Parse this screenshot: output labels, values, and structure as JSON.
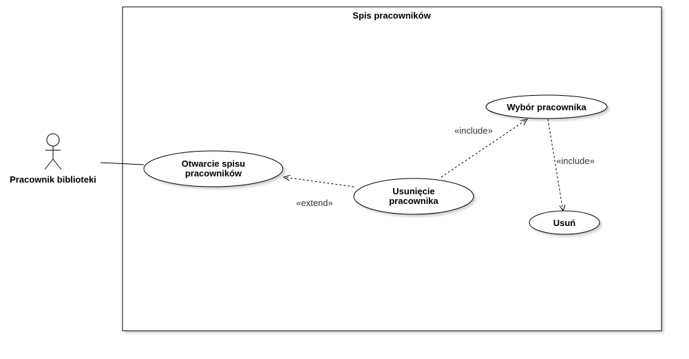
{
  "system": {
    "title": "Spis pracowników"
  },
  "actor": {
    "name": "Pracownik biblioteki"
  },
  "use_cases": {
    "otwarcie": {
      "line1": "Otwarcie spisu",
      "line2": "pracowników"
    },
    "usuniecie": {
      "line1": "Usunięcie",
      "line2": "pracownika"
    },
    "wybor": {
      "label": "Wybór pracownika"
    },
    "usun": {
      "label": "Usuń"
    }
  },
  "relations": {
    "extend": "«extend»",
    "include1": "«include»",
    "include2": "«include»"
  }
}
